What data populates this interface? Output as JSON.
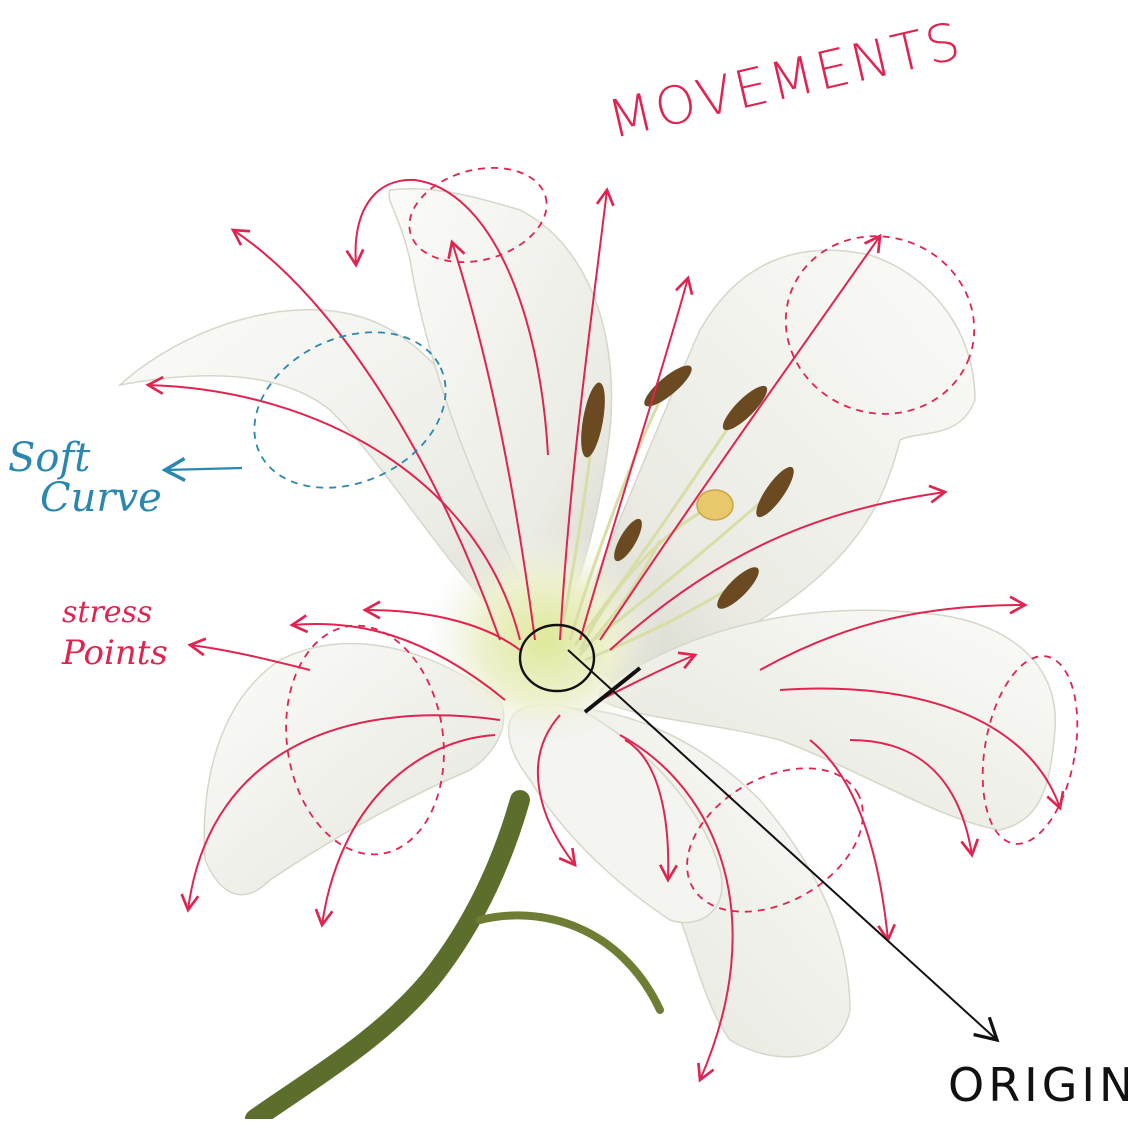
{
  "annotations": {
    "movements": "MOVEMENTS",
    "soft_line1": "Soft",
    "soft_line2": "Curve",
    "stress_line1": "stress",
    "stress_line2": "Points",
    "origin": "ORIGIN"
  },
  "colors": {
    "annotation_red": "#e0244f",
    "annotation_blue": "#2a87b0",
    "origin_black": "#111111",
    "petal_white": "#f1f1ee",
    "petal_shadow": "#c9cabd",
    "throat_green": "#e6ecb0",
    "stamen_brown": "#6b4a22",
    "pollen_yellow": "#e8c86a",
    "stem_green": "#5d6e2c"
  },
  "subject": {
    "name": "white-lily-flower",
    "icons": [
      "arrow-icon",
      "dashed-circle-icon"
    ]
  }
}
